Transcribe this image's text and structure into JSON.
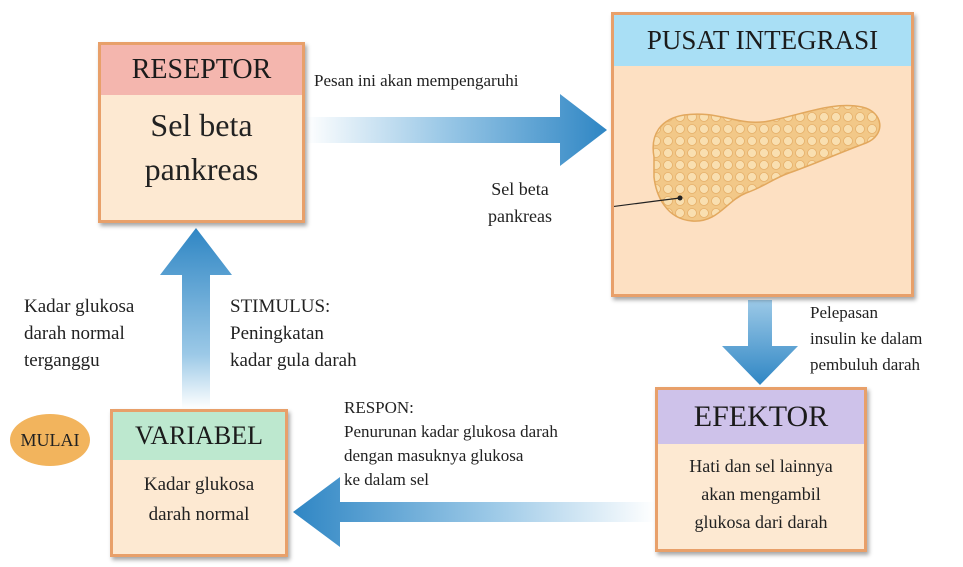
{
  "receptor": {
    "title": "RESEPTOR",
    "body_line1": "Sel beta",
    "body_line2": "pankreas"
  },
  "integration_center": {
    "title": "PUSAT INTEGRASI",
    "organ_label_line1": "Sel beta",
    "organ_label_line2": "pankreas"
  },
  "effector": {
    "title": "EFEKTOR",
    "line1": "Hati dan sel lainnya",
    "line2": "akan mengambil",
    "line3": "glukosa dari darah"
  },
  "variable": {
    "title": "VARIABEL",
    "line1": "Kadar glukosa",
    "line2": "darah normal"
  },
  "start": {
    "label": "MULAI"
  },
  "arrow_labels": {
    "message": "Pesan ini akan mempengaruhi",
    "release_line1": "Pelepasan",
    "release_line2": "insulin ke dalam",
    "release_line3": "pembuluh darah",
    "response_line1": "RESPON:",
    "response_line2": "Penurunan kadar glukosa darah",
    "response_line3": "dengan masuknya glukosa",
    "response_line4": "ke dalam sel",
    "stimulus_line1": "STIMULUS:",
    "stimulus_line2": "Peningkatan",
    "stimulus_line3": "kadar gula darah",
    "disturbed_line1": "Kadar glukosa",
    "disturbed_line2": "darah normal",
    "disturbed_line3": "terganggu"
  },
  "colors": {
    "box_fill": "#fde9d2",
    "box_border": "#e8a06a",
    "receptor_header": "#f4b6ae",
    "integration_header": "#a9dff5",
    "effector_header": "#cec2ea",
    "variable_header": "#bde8cf",
    "start_oval": "#f2b45d",
    "arrow": "#3f90c8"
  }
}
